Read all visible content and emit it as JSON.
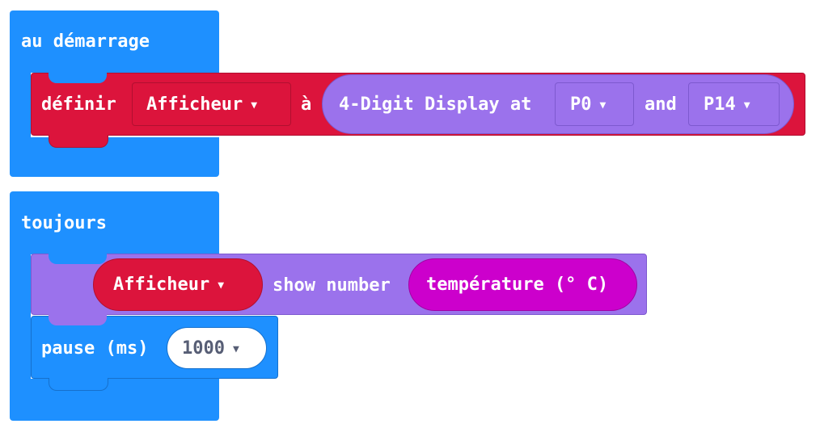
{
  "on_start": {
    "label": "au démarrage",
    "set_statement": {
      "keyword": "définir",
      "variable": "Afficheur",
      "to_word": "à",
      "init_block": {
        "label": "4-Digit Display at",
        "clk_pin": "P0",
        "and_word": "and",
        "dio_pin": "P14"
      }
    }
  },
  "forever": {
    "label": "toujours",
    "show_number": {
      "variable": "Afficheur",
      "action_label": "show number",
      "value_block": "température (° C)"
    },
    "pause": {
      "label": "pause (ms)",
      "value": "1000"
    }
  },
  "colors": {
    "events_blue": "#1e90ff",
    "variables_red": "#dc143c",
    "extension_purple": "#9b72ec",
    "input_magenta": "#cc00cc"
  },
  "icons": {
    "dropdown": "caret-down-icon"
  }
}
